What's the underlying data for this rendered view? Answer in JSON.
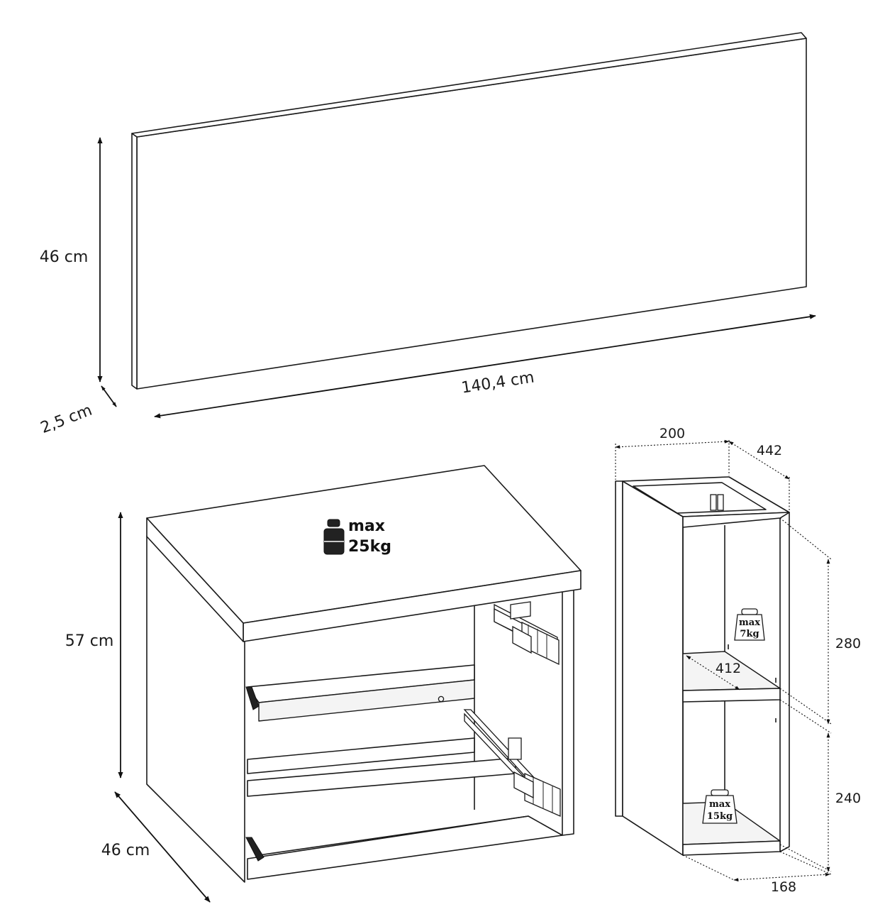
{
  "panel": {
    "height_label": "46 cm",
    "width_label": "140,4 cm",
    "depth_label": "2,5 cm"
  },
  "nightstand": {
    "height_label": "57 cm",
    "depth_label": "46 cm",
    "max_load": {
      "line1": "max",
      "line2": "25kg"
    }
  },
  "shelf": {
    "width_label": "200",
    "depth_label": "442",
    "upper_height_label": "280",
    "lower_height_label": "240",
    "inner_depth_label": "412",
    "base_label": "168",
    "upper_max": {
      "line1": "max",
      "line2": "7kg"
    },
    "lower_max": {
      "line1": "max",
      "line2": "15kg"
    }
  }
}
